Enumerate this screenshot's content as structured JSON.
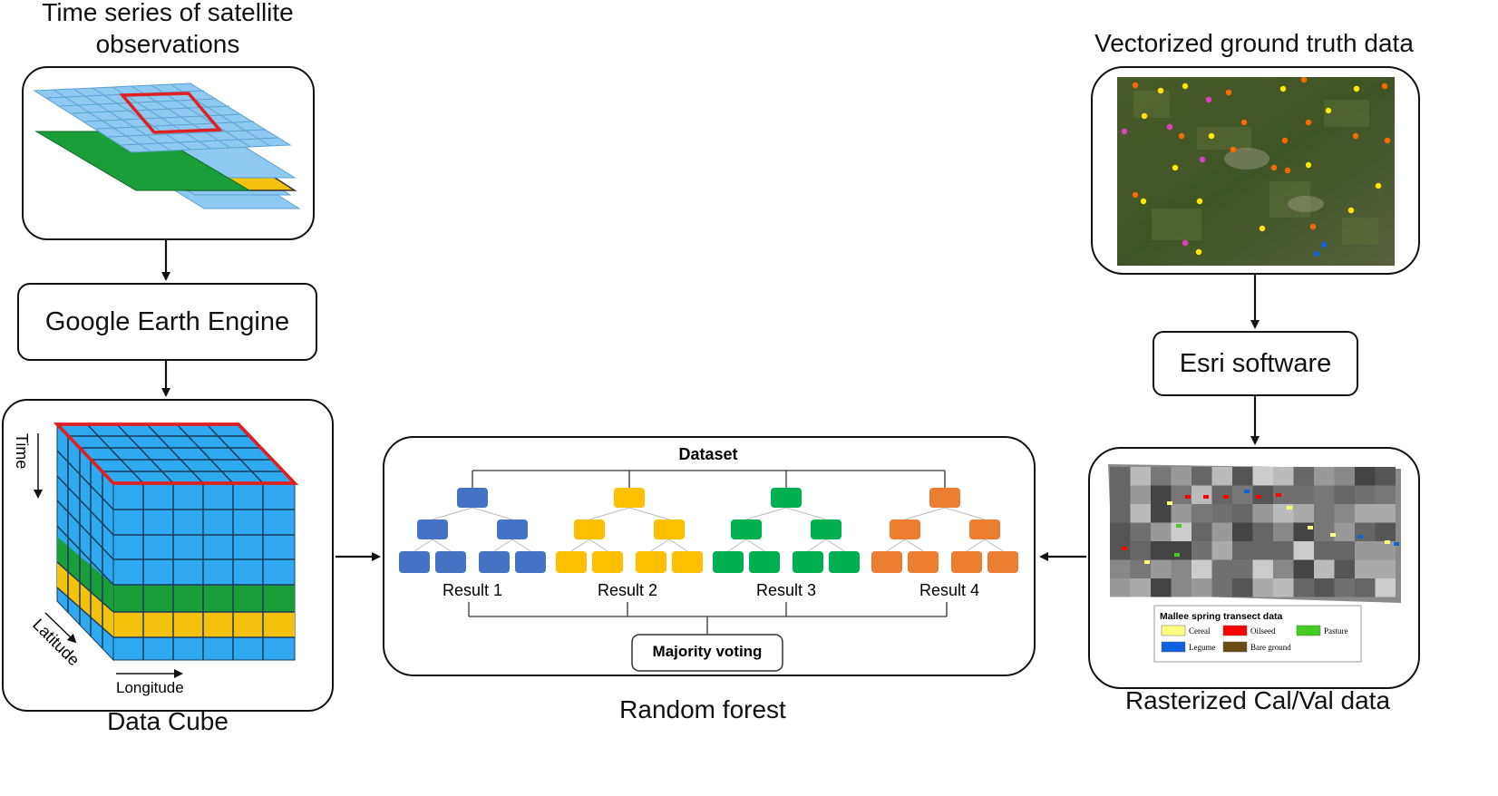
{
  "labels": {
    "time_series_title": "Time series of satellite observations",
    "gee": "Google Earth Engine",
    "data_cube": "Data Cube",
    "random_forest": "Random forest",
    "vectorized_title": "Vectorized ground truth data",
    "esri": "Esri software",
    "rasterized": "Rasterized Cal/Val data"
  },
  "cube_axes": {
    "time": "Time",
    "latitude": "Latitude",
    "longitude": "Longitude"
  },
  "forest": {
    "dataset": "Dataset",
    "majority_voting": "Majority voting",
    "results": [
      "Result 1",
      "Result 2",
      "Result 3",
      "Result 4"
    ],
    "tree_colors": [
      "#4472c4",
      "#ffc000",
      "#00b050",
      "#ed7d31"
    ]
  },
  "legend": {
    "title": "Mallee spring transect data",
    "items": [
      {
        "label": "Cereal",
        "color": "#ffff80"
      },
      {
        "label": "Oilseed",
        "color": "#ff0000"
      },
      {
        "label": "Pasture",
        "color": "#44cc22"
      },
      {
        "label": "Legume",
        "color": "#1060e0"
      },
      {
        "label": "Bare ground",
        "color": "#6b4a10"
      }
    ]
  },
  "colors": {
    "layer_blue": "#8ec9f2",
    "layer_green": "#1a9e3a",
    "layer_yellow": "#f4c20d",
    "highlight_red": "#e02020",
    "cube_blue": "#2fa9f0"
  }
}
